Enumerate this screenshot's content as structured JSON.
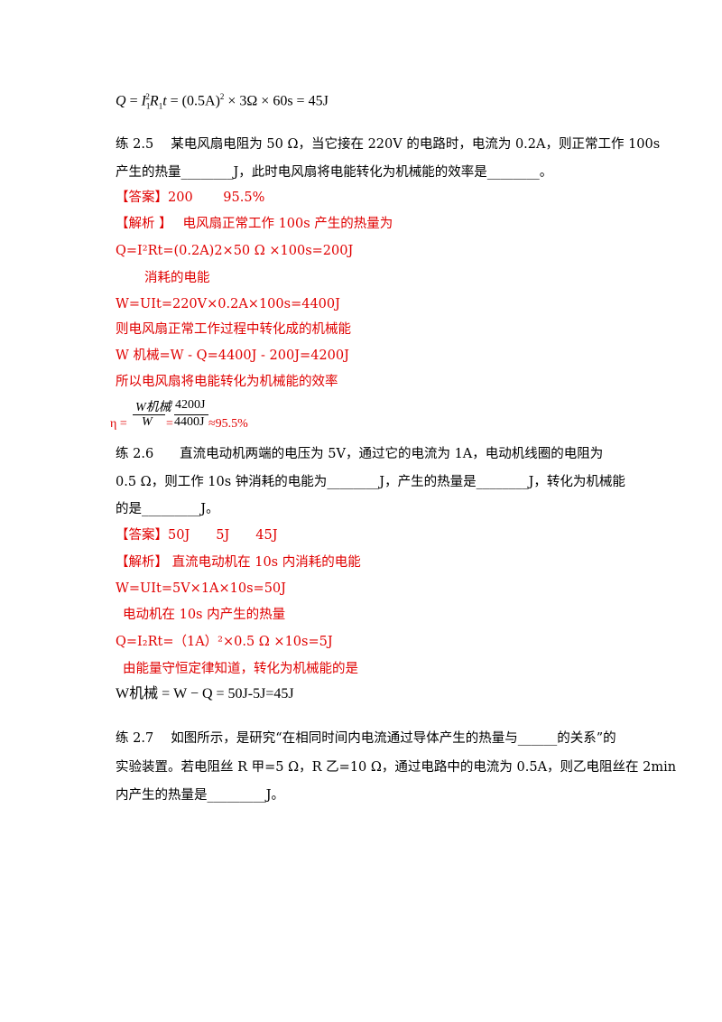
{
  "top_formula": "Q = I₁²R₁t = (0.5A)² × 3Ω × 60s = 45J",
  "ex25": {
    "question_line1": "练 2.5　 某电风扇电阻为 50 Ω，当它接在 220V 的电路时，电流为 0.2A，则正常工作 100s",
    "question_line2": "产生的热量________J，此时电风扇将电能转化为机械能的效率是________。",
    "answer": "【答案】200　　 95.5%",
    "analysis_head": "【解析 】　 电风扇正常工作 100s 产生的热量为",
    "line_heat": "Q=I²Rt=(0.2A)2×50 Ω ×100s=200J",
    "line_consumed_label": "消耗的电能",
    "line_w": "W=UIt=220V×0.2A×100s=4400J",
    "line_mech_label": "则电风扇正常工作过程中转化成的机械能",
    "line_mech": "W 机械=W - Q=4400J - 200J=4200J",
    "line_eff_label": "所以电风扇将电能转化为机械能的效率",
    "eff_num_left": "W机械",
    "eff_den_left": "W",
    "eff_num_right": "4200J",
    "eff_den_right": "4400J",
    "eff_eta": "η =",
    "eff_eq": "=",
    "eff_result": "≈95.5%"
  },
  "ex26": {
    "question_line1": "练 2.6　　直流电动机两端的电压为 5V，通过它的电流为 1A，电动机线圈的电阻为",
    "question_line2": "0.5 Ω，则工作 10s 钟消耗的电能为________J，产生的热量是________J，转化为机械能",
    "question_line3": "的是_________J。",
    "answer": "【答案】50J　　5J　　45J",
    "analysis_head": "【解析】 直流电动机在 10s 内消耗的电能",
    "line_w": "W=UIt=5V×1A×10s=50J",
    "line_heat_label": "电动机在 10s 内产生的热量",
    "line_heat": "Q=I₂Rt=（1A）²×0.5 Ω ×10s=5J",
    "line_cons_label": "由能量守恒定律知道，转化为机械能的是",
    "line_mech": "W机械 = W − Q = 50J-5J=45J"
  },
  "ex27": {
    "question_line1": "练 2.7　 如图所示，是研究“在相同时间内电流通过导体产生的热量与______的关系”的",
    "question_line2": "实验装置。若电阻丝 R 甲=5 Ω，R 乙=10 Ω，通过电路中的电流为 0.5A，则乙电阻丝在 2min",
    "question_line3": "内产生的热量是_________J。"
  }
}
